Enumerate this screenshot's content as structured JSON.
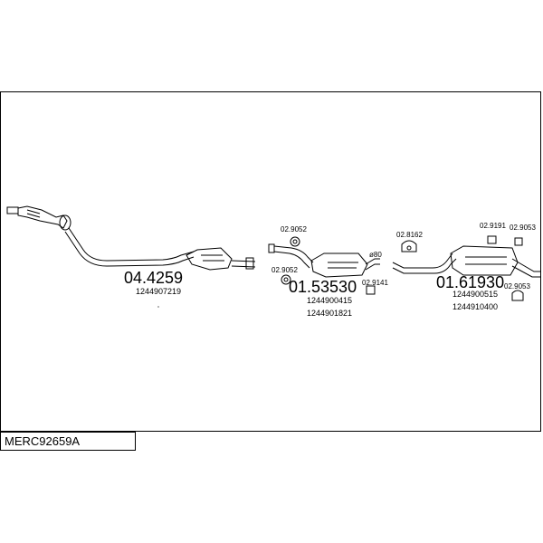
{
  "diagram": {
    "code": "MERC92659A",
    "groups": [
      {
        "part_number": "04.4259",
        "oem": [
          "1244907219"
        ]
      },
      {
        "part_number": "01.53530",
        "oem": [
          "1244900415",
          "1244901821"
        ]
      },
      {
        "part_number": "01.61930",
        "oem": [
          "1244900515",
          "1244910400"
        ]
      }
    ],
    "accessories": {
      "a1": "02.9052",
      "a2": "02.9052",
      "a3": "02.9141",
      "a4": "02.8162",
      "a5": "02.9191",
      "a6": "02.9053",
      "a7": "02.9053"
    },
    "pipe_size": "ø80"
  }
}
